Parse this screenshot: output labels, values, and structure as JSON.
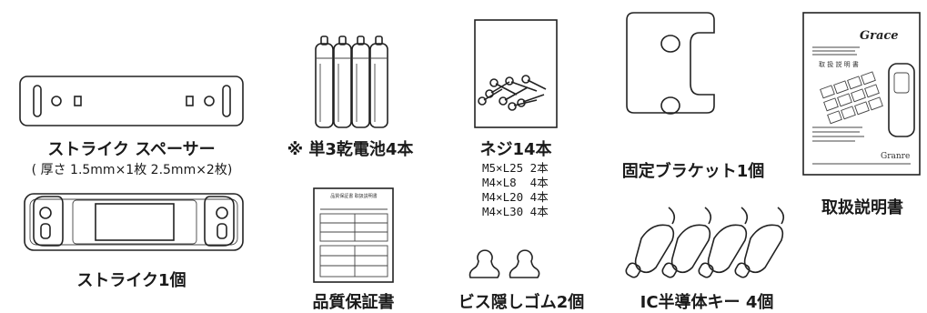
{
  "items": {
    "spacer": {
      "label": "ストライク スペーサー",
      "note": "( 厚さ 1.5mm×1枚 2.5mm×2枚)"
    },
    "strike": {
      "label": "ストライク1個"
    },
    "batteries": {
      "label": "※ 単3乾電池4本"
    },
    "warranty": {
      "label": "品質保証書",
      "header_text": "品質保証書 取扱説明書"
    },
    "screws": {
      "label": "ネジ14本",
      "sizes": [
        "M5×L25 2本",
        "M4×L8  4本",
        "M4×L20 4本",
        "M4×L30 4本"
      ]
    },
    "bracket": {
      "label": "固定ブラケット1個"
    },
    "manual": {
      "label": "取扱説明書",
      "cover_title": "Grace",
      "cover_subtitle": "取 扱 説 明 書",
      "cover_logo": "Granre"
    },
    "caps": {
      "label": "ビス隠しゴム2個"
    },
    "keys": {
      "label": "IC半導体キー 4個"
    }
  },
  "colors": {
    "line": "#222222",
    "text": "#1a1a1a",
    "background": "#ffffff"
  }
}
